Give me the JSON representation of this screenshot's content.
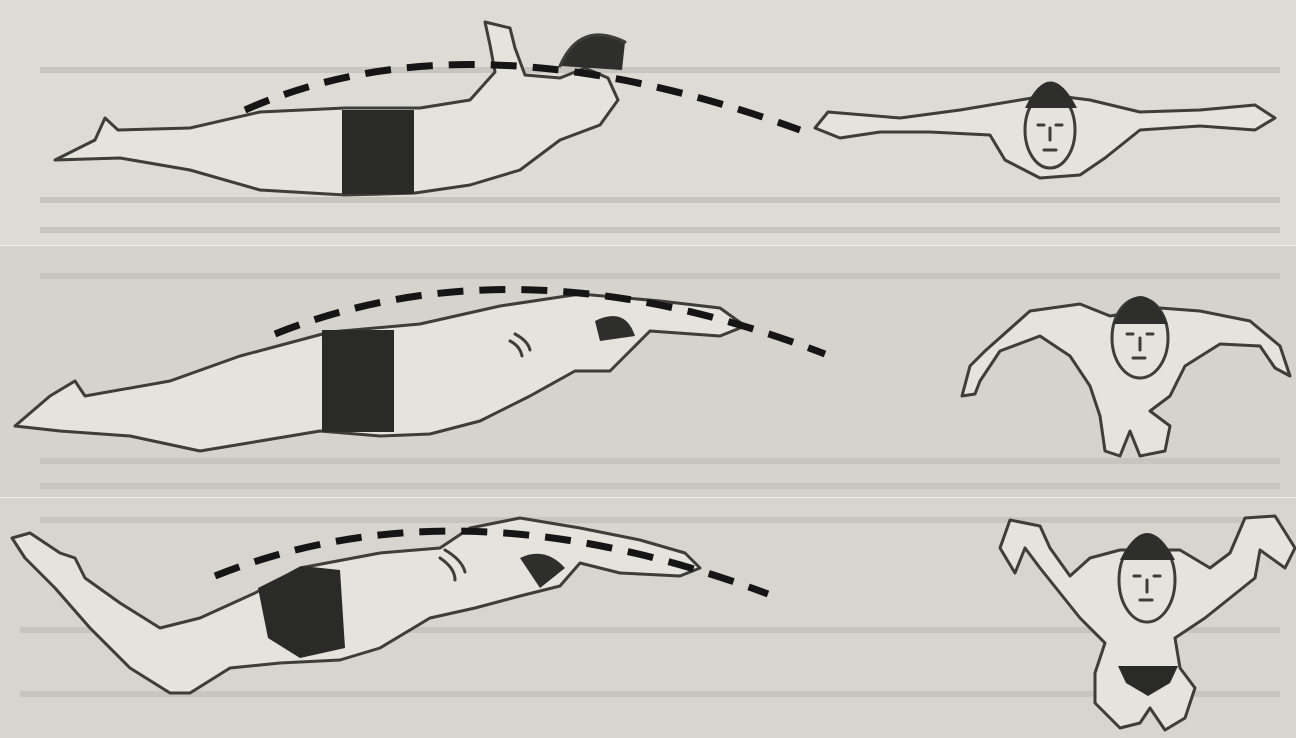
{
  "image": {
    "subject": "",
    "panels": [
      {
        "id": "phase-1",
        "side_view": "swimmer-side-view",
        "front_view": "swimmer-front-view"
      },
      {
        "id": "phase-2",
        "side_view": "swimmer-side-view",
        "front_view": "swimmer-front-view"
      },
      {
        "id": "phase-3",
        "side_view": "swimmer-side-view",
        "front_view": "swimmer-front-view"
      }
    ]
  },
  "colors": {
    "paper": "#d8d8d0",
    "ink": "#3d3d3a",
    "trajectory_dash": "#151515"
  }
}
